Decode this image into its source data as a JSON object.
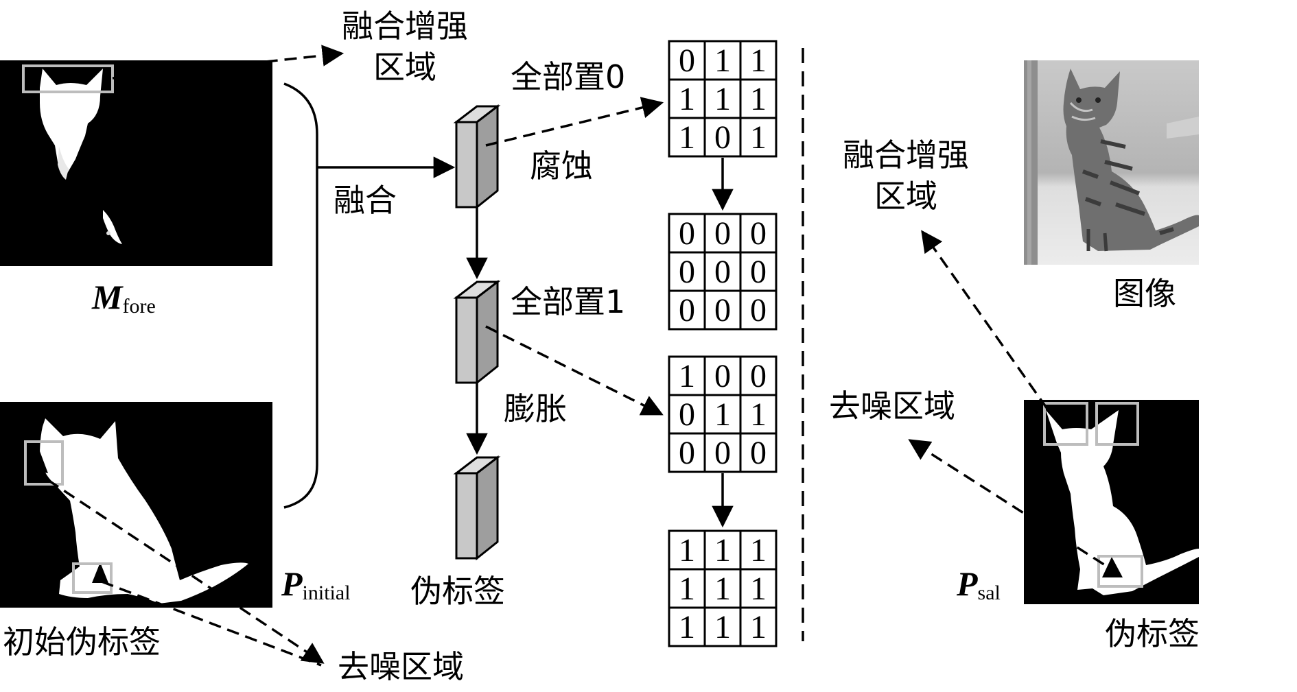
{
  "labels": {
    "fusion_region_top": "融合增强区域",
    "fusion": "融合",
    "erode": "腐蚀",
    "dilate": "膨胀",
    "all_zero": "全部置0",
    "all_one": "全部置1",
    "pseudo_label_center": "伪标签",
    "initial_pseudo_label": "初始伪标签",
    "denoise_bottom": "去噪区域",
    "fusion_region_right": "融合增强区域",
    "image": "图像",
    "denoise_right": "去噪区域",
    "pseudo_label_right": "伪标签"
  },
  "math": {
    "m_fore": {
      "symbol": "M",
      "sub": "fore"
    },
    "p_initial": {
      "symbol": "P",
      "sub": "initial"
    },
    "p_sal": {
      "symbol": "P",
      "sub": "sal"
    }
  },
  "matrices": [
    {
      "rows": [
        [
          "0",
          "1",
          "1"
        ],
        [
          "1",
          "1",
          "1"
        ],
        [
          "1",
          "0",
          "1"
        ]
      ]
    },
    {
      "rows": [
        [
          "0",
          "0",
          "0"
        ],
        [
          "0",
          "0",
          "0"
        ],
        [
          "0",
          "0",
          "0"
        ]
      ]
    },
    {
      "rows": [
        [
          "1",
          "0",
          "0"
        ],
        [
          "0",
          "1",
          "1"
        ],
        [
          "0",
          "0",
          "0"
        ]
      ]
    },
    {
      "rows": [
        [
          "1",
          "1",
          "1"
        ],
        [
          "1",
          "1",
          "1"
        ],
        [
          "1",
          "1",
          "1"
        ]
      ]
    }
  ],
  "colors": {
    "block_fill": "#c8c8c8",
    "box_outline": "#bdbdbd",
    "mask_bg": "#000000"
  }
}
